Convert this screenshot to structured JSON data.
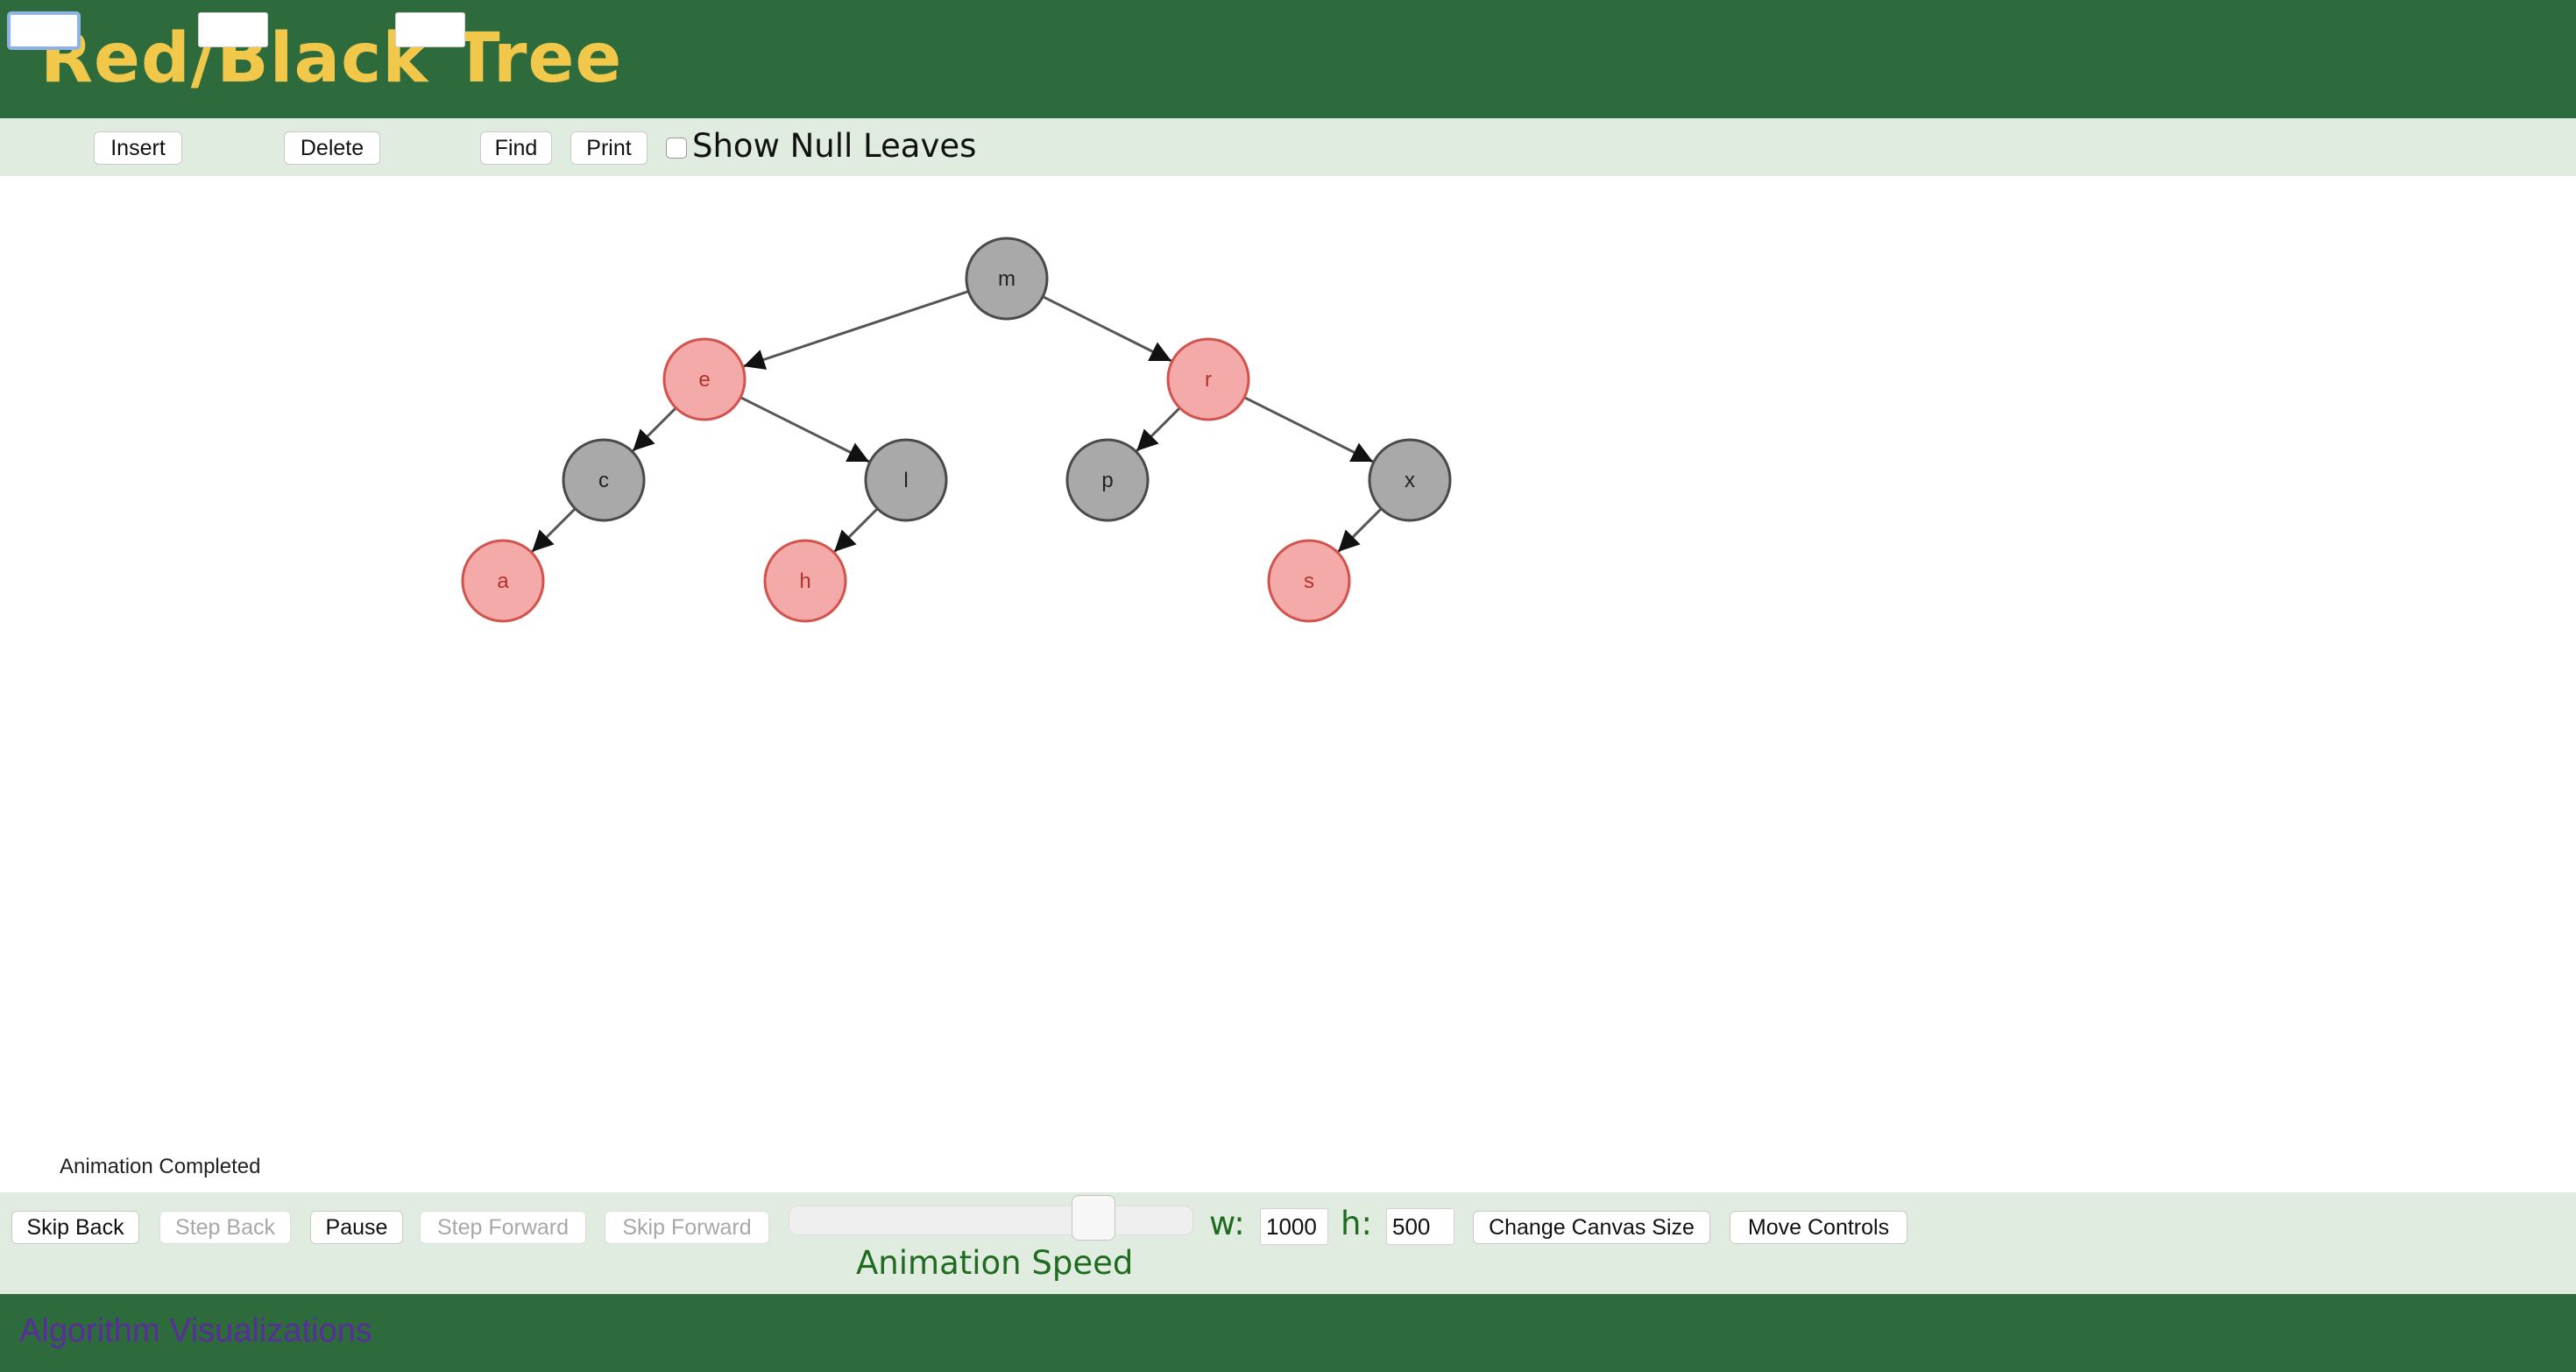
{
  "header": {
    "title": "Red/Black Tree"
  },
  "toolbar": {
    "insert_input": "",
    "insert_label": "Insert",
    "delete_input": "",
    "delete_label": "Delete",
    "find_input": "",
    "find_label": "Find",
    "print_label": "Print",
    "null_leaves_label": "Show Null Leaves",
    "null_leaves_checked": false
  },
  "tree": {
    "nodes": [
      {
        "key": "m",
        "color": "black"
      },
      {
        "key": "e",
        "color": "red"
      },
      {
        "key": "r",
        "color": "red"
      },
      {
        "key": "c",
        "color": "black"
      },
      {
        "key": "l",
        "color": "black"
      },
      {
        "key": "p",
        "color": "black"
      },
      {
        "key": "x",
        "color": "black"
      },
      {
        "key": "a",
        "color": "red"
      },
      {
        "key": "h",
        "color": "red"
      },
      {
        "key": "s",
        "color": "red"
      }
    ],
    "edges": [
      [
        "m",
        "e"
      ],
      [
        "m",
        "r"
      ],
      [
        "e",
        "c"
      ],
      [
        "e",
        "l"
      ],
      [
        "r",
        "p"
      ],
      [
        "r",
        "x"
      ],
      [
        "c",
        "a"
      ],
      [
        "l",
        "h"
      ],
      [
        "x",
        "s"
      ]
    ],
    "colors": {
      "black_fill": "#a9a9a9",
      "black_stroke": "#4a4a4a",
      "black_text": "#222222",
      "red_fill": "#f4aaa8",
      "red_stroke": "#d2524e",
      "red_text": "#b3322e",
      "edge": "#555555"
    }
  },
  "status": {
    "text": "Animation Completed"
  },
  "controls": {
    "skip_back": "Skip Back",
    "step_back": "Step Back",
    "pause": "Pause",
    "step_forward": "Step Forward",
    "skip_forward": "Skip Forward",
    "speed_label": "Animation Speed",
    "speed_fraction": 0.79,
    "w_label": "w:",
    "w_value": "1000",
    "h_label": "h:",
    "h_value": "500",
    "change_canvas": "Change Canvas Size",
    "move_controls": "Move Controls"
  },
  "footer": {
    "link_text": "Algorithm Visualizations"
  }
}
